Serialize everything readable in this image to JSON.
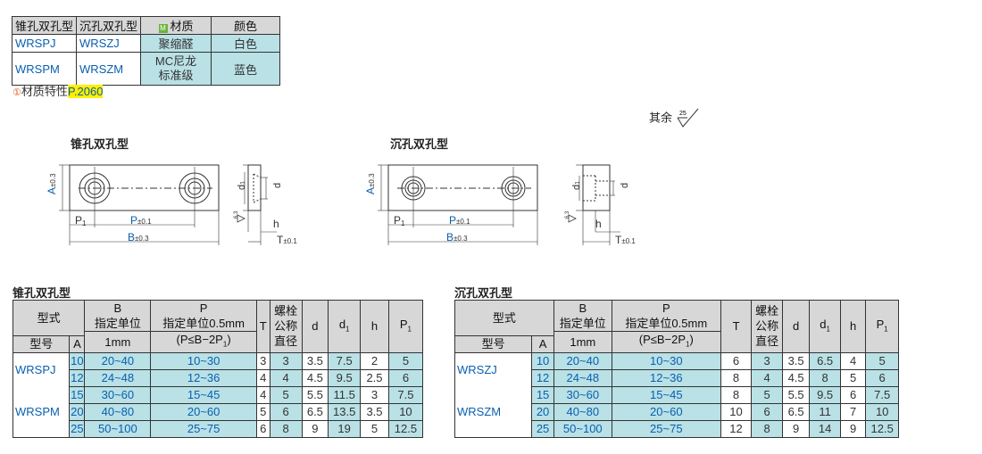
{
  "material_table": {
    "headers": [
      "锥孔双孔型",
      "沉孔双孔型",
      "材质",
      "颜色"
    ],
    "badge": "M",
    "rows": [
      {
        "a": "WRSPJ",
        "b": "WRSZJ",
        "material": "聚缩醛",
        "color": "白色"
      },
      {
        "a": "WRSPM",
        "b": "WRSZM",
        "material_line1": "MC尼龙",
        "material_line2": "标准级",
        "color": "蓝色"
      }
    ]
  },
  "note": {
    "icon": "①",
    "text": "材质特性",
    "link": "P.2060"
  },
  "remark": {
    "text": "其余",
    "roughness": "25"
  },
  "diagram_left": {
    "title": "锥孔双孔型",
    "labels": {
      "A": "A",
      "A_tol": "±0.3",
      "P1": "P",
      "P1_sub": "1",
      "P": "P",
      "P_tol": "±0.1",
      "B": "B",
      "B_tol": "±0.3",
      "d1": "d",
      "d1_sub": "1",
      "d": "d",
      "h": "h",
      "T": "T",
      "T_tol": "±0.1",
      "rough": "6.3"
    }
  },
  "diagram_right": {
    "title": "沉孔双孔型",
    "labels": {
      "A": "A",
      "A_tol": "±0.3",
      "P1": "P",
      "P1_sub": "1",
      "P": "P",
      "P_tol": "±0.1",
      "B": "B",
      "B_tol": "±0.3",
      "d1": "d",
      "d1_sub": "1",
      "d": "d",
      "h": "h",
      "T": "T",
      "T_tol": "±0.1",
      "rough": "6.3"
    }
  },
  "table_left": {
    "title": "锥孔双孔型",
    "h_type": "型式",
    "h_model": "型号",
    "h_A": "A",
    "h_B": "B",
    "h_B_unit1": "指定单位",
    "h_B_unit2": "1mm",
    "h_P": "P",
    "h_P_unit1": "指定单位0.5mm",
    "h_P_unit2": "(P≤B−2P",
    "h_P_unit2_sub": "1",
    "h_P_unit2_end": ")",
    "h_T": "T",
    "h_bolt1": "螺栓",
    "h_bolt2": "公称",
    "h_bolt3": "直径",
    "h_d": "d",
    "h_d1": "d",
    "h_d1_sub": "1",
    "h_h": "h",
    "h_P1": "P",
    "h_P1_sub": "1",
    "models": [
      "WRSPJ",
      "WRSPM"
    ],
    "rows": [
      {
        "A": "10",
        "B": "20~40",
        "P": "10~30",
        "T": "3",
        "bolt": "3",
        "d": "3.5",
        "d1": "7.5",
        "h": "2",
        "P1": "5"
      },
      {
        "A": "12",
        "B": "24~48",
        "P": "12~36",
        "T": "4",
        "bolt": "4",
        "d": "4.5",
        "d1": "9.5",
        "h": "2.5",
        "P1": "6"
      },
      {
        "A": "15",
        "B": "30~60",
        "P": "15~45",
        "T": "4",
        "bolt": "5",
        "d": "5.5",
        "d1": "11.5",
        "h": "3",
        "P1": "7.5"
      },
      {
        "A": "20",
        "B": "40~80",
        "P": "20~60",
        "T": "5",
        "bolt": "6",
        "d": "6.5",
        "d1": "13.5",
        "h": "3.5",
        "P1": "10"
      },
      {
        "A": "25",
        "B": "50~100",
        "P": "25~75",
        "T": "6",
        "bolt": "8",
        "d": "9",
        "d1": "19",
        "h": "5",
        "P1": "12.5"
      }
    ]
  },
  "table_right": {
    "title": "沉孔双孔型",
    "h_type": "型式",
    "h_model": "型号",
    "h_A": "A",
    "h_B": "B",
    "h_B_unit1": "指定单位",
    "h_B_unit2": "1mm",
    "h_P": "P",
    "h_P_unit1": "指定单位0.5mm",
    "h_P_unit2": "(P≤B−2P",
    "h_P_unit2_sub": "1",
    "h_P_unit2_end": ")",
    "h_T": "T",
    "h_bolt1": "螺栓",
    "h_bolt2": "公称",
    "h_bolt3": "直径",
    "h_d": "d",
    "h_d1": "d",
    "h_d1_sub": "1",
    "h_h": "h",
    "h_P1": "P",
    "h_P1_sub": "1",
    "models": [
      "WRSZJ",
      "WRSZM"
    ],
    "rows": [
      {
        "A": "10",
        "B": "20~40",
        "P": "10~30",
        "T": "6",
        "bolt": "3",
        "d": "3.5",
        "d1": "6.5",
        "h": "4",
        "P1": "5"
      },
      {
        "A": "12",
        "B": "24~48",
        "P": "12~36",
        "T": "8",
        "bolt": "4",
        "d": "4.5",
        "d1": "8",
        "h": "5",
        "P1": "6"
      },
      {
        "A": "15",
        "B": "30~60",
        "P": "15~45",
        "T": "8",
        "bolt": "5",
        "d": "5.5",
        "d1": "9.5",
        "h": "6",
        "P1": "7.5"
      },
      {
        "A": "20",
        "B": "40~80",
        "P": "20~60",
        "T": "10",
        "bolt": "6",
        "d": "6.5",
        "d1": "11",
        "h": "7",
        "P1": "10"
      },
      {
        "A": "25",
        "B": "50~100",
        "P": "25~75",
        "T": "12",
        "bolt": "8",
        "d": "9",
        "d1": "14",
        "h": "9",
        "P1": "12.5"
      }
    ]
  }
}
